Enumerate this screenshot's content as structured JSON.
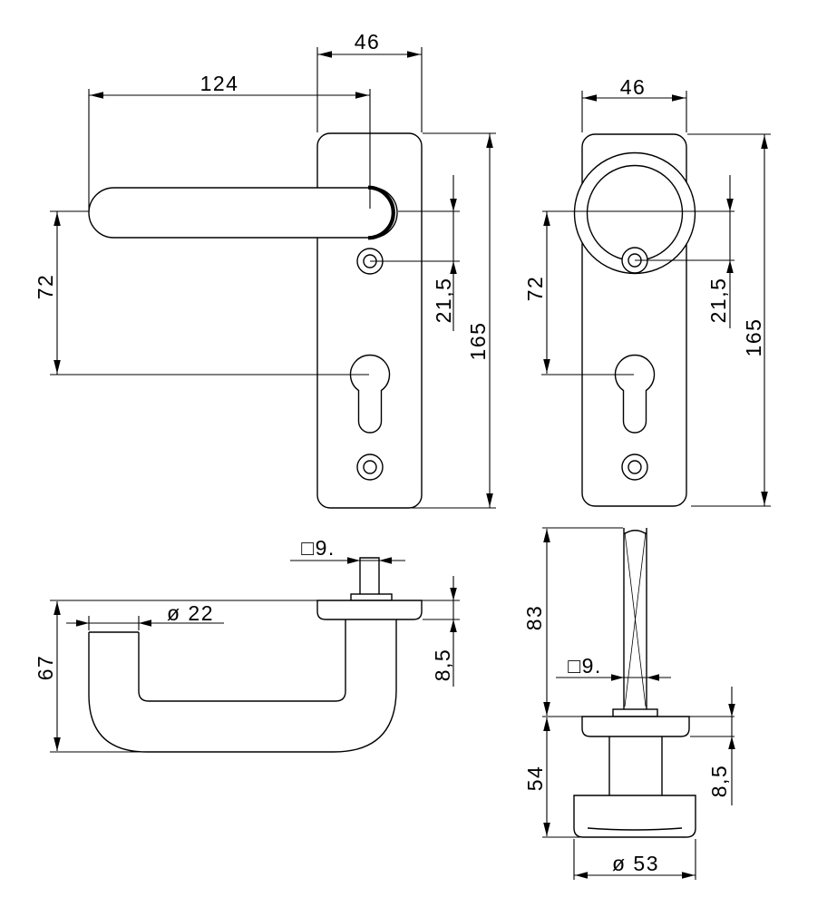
{
  "drawing": {
    "kind": "door-handle-technical-drawing",
    "background": "#ffffff",
    "line_color": "#000000",
    "views": {
      "lever_front": {
        "label": "lever handle on backplate - front view",
        "dims": {
          "plate_width": "46",
          "lever_length": "124",
          "lever_to_cylinder": "72",
          "lever_to_screw": "21,5",
          "plate_height": "165"
        }
      },
      "knob_front": {
        "label": "knob on backplate - front view",
        "dims": {
          "plate_width": "46",
          "knob_to_cylinder": "72",
          "knob_to_screw": "21,5",
          "plate_height": "165"
        }
      },
      "lever_top": {
        "label": "lever handle - top view",
        "dims": {
          "spindle_square": "□9.",
          "grip_diameter": "ø 22",
          "projection": "67",
          "rose_thickness": "8,5"
        }
      },
      "knob_side": {
        "label": "knob - side view",
        "dims": {
          "spindle_length": "83",
          "spindle_square": "□9.",
          "knob_height": "54",
          "rose_thickness": "8,5",
          "knob_diameter": "ø 53"
        }
      }
    }
  }
}
